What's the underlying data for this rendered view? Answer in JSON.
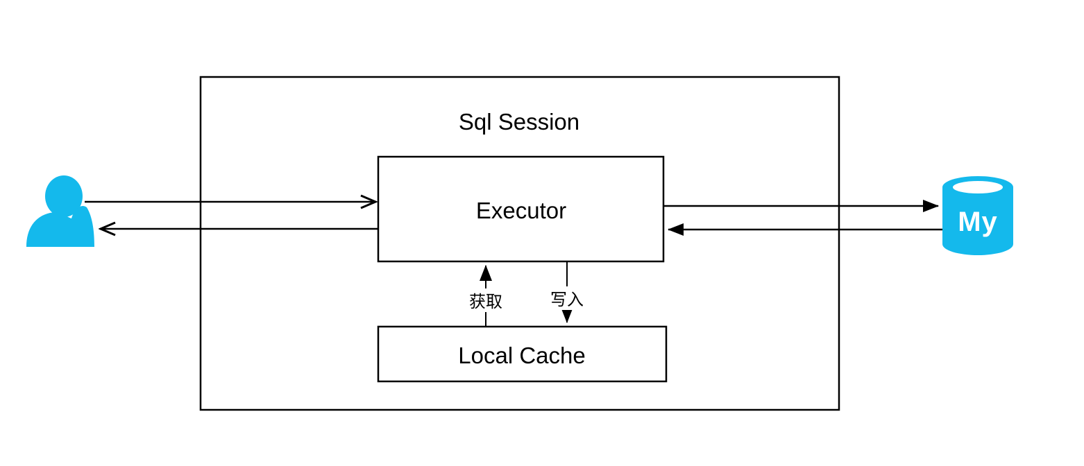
{
  "diagram": {
    "title": "Sql Session",
    "colors": {
      "accent": "#14b9ec",
      "line": "#000000",
      "background": "#ffffff"
    },
    "nodes": {
      "user": {
        "icon": "user-person-icon"
      },
      "session": {
        "label": "Sql Session"
      },
      "executor": {
        "label": "Executor"
      },
      "local_cache": {
        "label": "Local Cache"
      },
      "mysql": {
        "icon": "mysql-database-icon",
        "label": "My"
      }
    },
    "edges": [
      {
        "from": "user",
        "to": "executor",
        "label": ""
      },
      {
        "from": "executor",
        "to": "user",
        "label": ""
      },
      {
        "from": "executor",
        "to": "mysql",
        "label": ""
      },
      {
        "from": "mysql",
        "to": "executor",
        "label": ""
      },
      {
        "from": "local_cache",
        "to": "executor",
        "label": "获取"
      },
      {
        "from": "executor",
        "to": "local_cache",
        "label": "写入"
      }
    ]
  }
}
